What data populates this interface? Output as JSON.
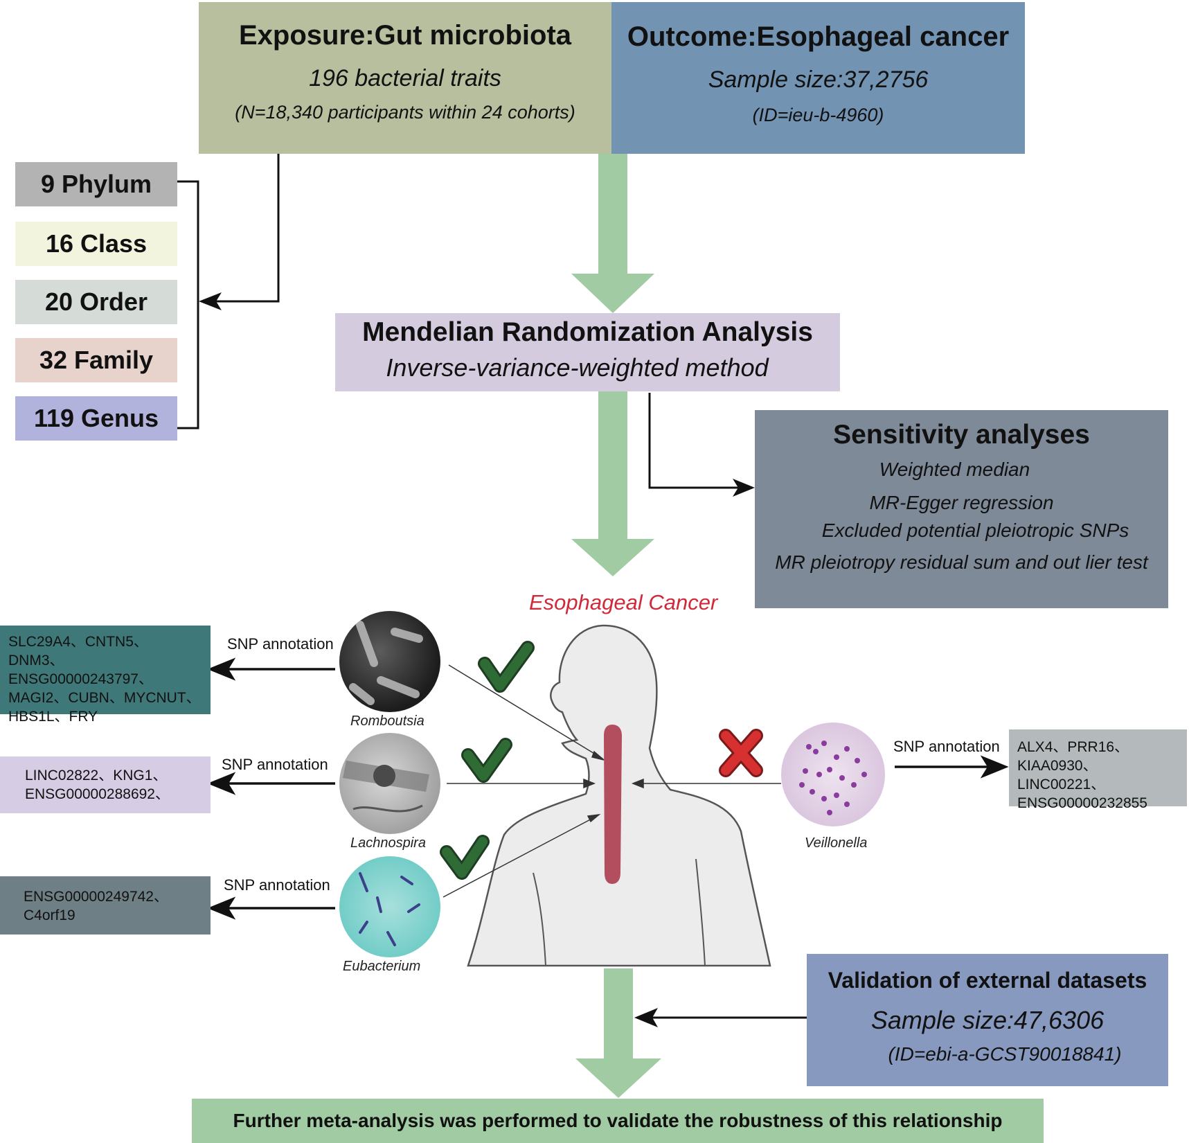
{
  "exposure": {
    "title": "Exposure:Gut microbiota",
    "line1": "196 bacterial traits",
    "line2": "(N=18,340 participants within 24 cohorts)",
    "color": "#b8bf9e"
  },
  "outcome": {
    "title": "Outcome:Esophageal cancer",
    "line1": "Sample size:37,2756",
    "line2": "(ID=ieu-b-4960)",
    "color": "#7393b3"
  },
  "taxonomy": [
    {
      "label": "9 Phylum",
      "color": "#b3b3b3"
    },
    {
      "label": "16 Class",
      "color": "#f3f4dd"
    },
    {
      "label": "20 Order",
      "color": "#d5dcd8"
    },
    {
      "label": "32 Family",
      "color": "#e7d3cc"
    },
    {
      "label": "119 Genus",
      "color": "#b1b3dc"
    }
  ],
  "mr": {
    "title": "Mendelian Randomization Analysis",
    "method": "Inverse-variance-weighted method",
    "color": "#d5cbdf"
  },
  "sensitivity": {
    "title": "Sensitivity analyses",
    "items": [
      "Weighted median",
      "MR-Egger regression",
      "Excluded potential pleiotropic SNPs",
      "MR pleiotropy residual sum and out lier test"
    ],
    "color": "#7f8a98"
  },
  "figure_title": "Esophageal Cancer",
  "bacteria": [
    {
      "name": "Romboutsia",
      "snp_label": "SNP annotation",
      "genes": "SLC29A4、CNTN5、DNM3、ENSG00000243797、MAGI2、CUBN、MYCNUT、HBS1L、FRY",
      "gene_box_color": "#3f7878",
      "mark": "check"
    },
    {
      "name": "Lachnospira",
      "snp_label": "SNP annotation",
      "genes": "LINC02822、KNG1、ENSG00000288692、",
      "gene_box_color": "#d6cce4",
      "mark": "check"
    },
    {
      "name": "Eubacterium",
      "snp_label": "SNP annotation",
      "genes": "ENSG00000249742、C4orf19",
      "gene_box_color": "#6f7f86",
      "mark": "check"
    },
    {
      "name": "Veillonella",
      "snp_label": "SNP annotation",
      "genes": "ALX4、PRR16、KIAA0930、LINC00221、ENSG00000232855",
      "gene_box_color": "#b4babb",
      "mark": "cross"
    }
  ],
  "validation": {
    "title": "Validation of external datasets",
    "line1": "Sample size:47,6306",
    "line2": "(ID=ebi-a-GCST90018841)",
    "color": "#8899bf"
  },
  "conclusion": {
    "text": "Further meta-analysis was performed to validate the robustness of this relationship",
    "color": "#a1cba2"
  },
  "colors": {
    "flow_arrow": "#a1cba2",
    "check": "#2f6b35",
    "cross": "#d63030",
    "esophagus": "#b34e5e",
    "title_red": "#cf2a3a",
    "body_fill": "#ececec"
  }
}
